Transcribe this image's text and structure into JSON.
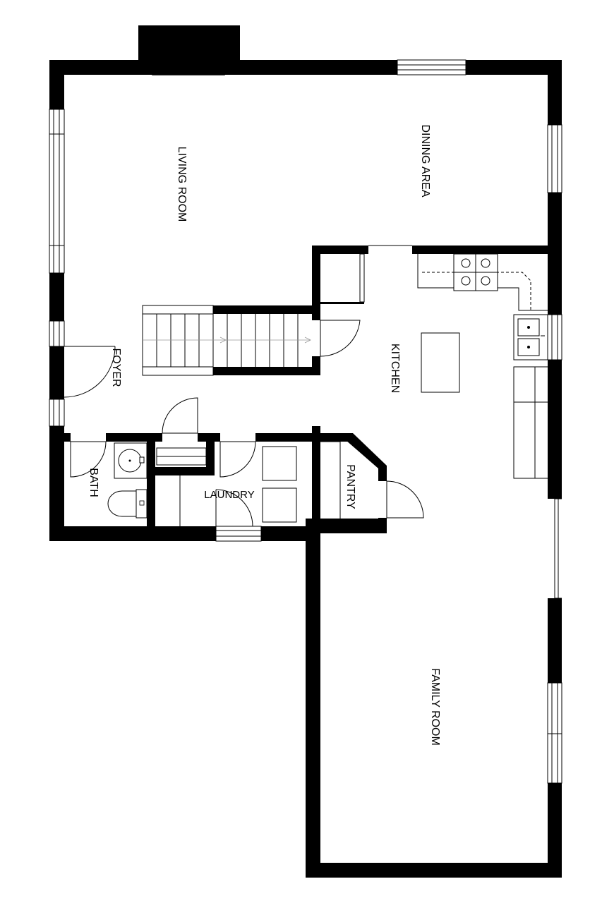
{
  "rooms": {
    "living": "LIVING ROOM",
    "dining": "DINING AREA",
    "foyer": "FOYER",
    "kitchen": "KITCHEN",
    "bath": "BATH",
    "laundry": "LAUNDRY",
    "pantry": "PANTRY",
    "family": "FAMILY ROOM"
  },
  "colors": {
    "wall": "#000000",
    "background": "#ffffff"
  },
  "icons": [
    "fireplace-icon",
    "stove-icon",
    "sink-icon",
    "toilet-icon",
    "washer-icon",
    "dryer-icon",
    "door-swing-icon",
    "staircase-icon",
    "window-icon"
  ]
}
